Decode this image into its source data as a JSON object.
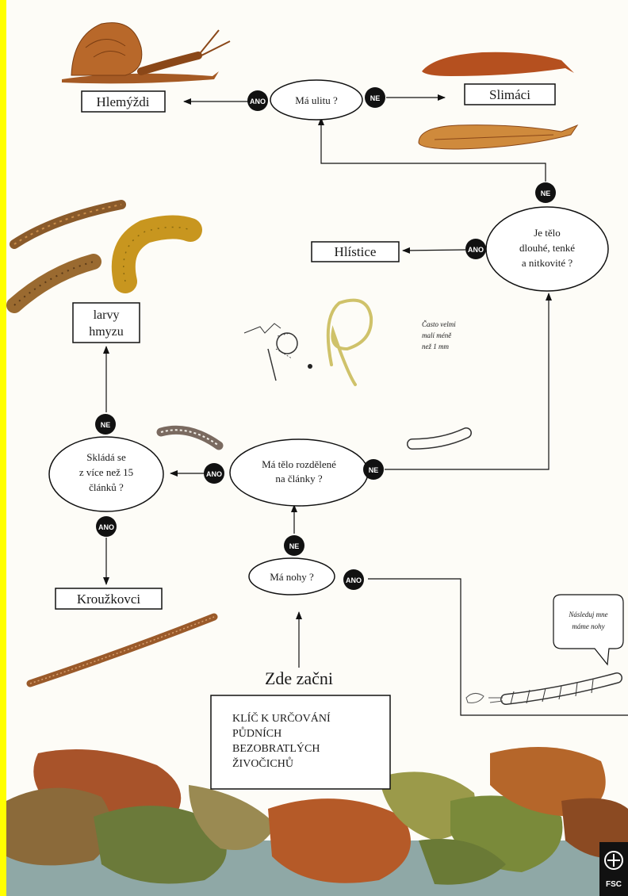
{
  "questions": {
    "shell": "Má ulitu ?",
    "long_thin": [
      "Je tělo",
      "dlouhé, tenké",
      "a nitkovité ?"
    ],
    "segmented": [
      "Má tělo rozdělené",
      "na články ?"
    ],
    "many_segments": [
      "Skládá se",
      "z více než 15",
      "článků ?"
    ],
    "legs": "Má nohy ?"
  },
  "results": {
    "snails": "Hlemýždi",
    "slugs": "Slimáci",
    "nematodes": "Hlístice",
    "insect_larvae": [
      "larvy",
      "hmyzu"
    ],
    "annelids": "Kroužkovci"
  },
  "answers": {
    "yes": "ANO",
    "no": "NE"
  },
  "start_label": "Zde začni",
  "title_box": [
    "KLÍČ K URČOVÁNÍ",
    "PŮDNÍCH",
    "BEZOBRATLÝCH",
    "ŽIVOČICHŮ"
  ],
  "note_small": [
    "Často velmi",
    "malí méně",
    "než 1 mm"
  ],
  "speech_bubble": [
    "Následuj mne",
    "máme nohy"
  ],
  "logo": "FSC",
  "colors": {
    "badge": "#111111",
    "animal": "#b8682a",
    "larva_yellow": "#d9b030",
    "leaf": "#a8532a",
    "highlight": "#ffff00"
  }
}
